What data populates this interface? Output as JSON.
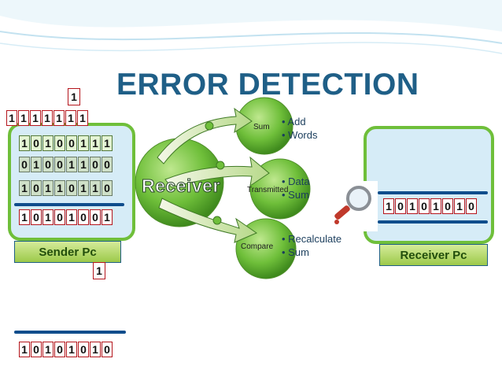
{
  "title": "ERROR DETECTION",
  "sender": {
    "label": "Sender Pc",
    "carry_top": "1",
    "carry_row": [
      "1",
      "1",
      "1",
      "1",
      "1",
      "1",
      "1"
    ],
    "word1": [
      "1",
      "0",
      "1",
      "0",
      "0",
      "1",
      "1",
      "1"
    ],
    "word2": [
      "0",
      "1",
      "0",
      "0",
      "1",
      "1",
      "0",
      "0"
    ],
    "word3": [
      "1",
      "0",
      "1",
      "1",
      "0",
      "1",
      "1",
      "0"
    ],
    "sum": [
      "1",
      "0",
      "1",
      "0",
      "1",
      "0",
      "0",
      "1"
    ],
    "carry_bottom": "1",
    "checksum": [
      "1",
      "0",
      "1",
      "0",
      "1",
      "0",
      "1",
      "0"
    ]
  },
  "receiver": {
    "label": "Receiver Pc",
    "data": [
      "1",
      "0",
      "1",
      "0",
      "1",
      "0",
      "1",
      "0"
    ]
  },
  "process": {
    "center_label": "Receiver",
    "steps": [
      {
        "label": "Sum",
        "bullets": [
          "Add",
          "Words"
        ]
      },
      {
        "label": "Transmitted",
        "bullets": [
          "Data",
          "Sum"
        ]
      },
      {
        "label": "Compare",
        "bullets": [
          "Recalculate",
          "Sum"
        ]
      }
    ]
  },
  "icons": [
    "magnifier-icon"
  ],
  "colors": {
    "title": "#1f5f87",
    "accent_green": "#6fbf3a",
    "line_blue": "#0f4d8c",
    "border_red": "#b4151c"
  }
}
